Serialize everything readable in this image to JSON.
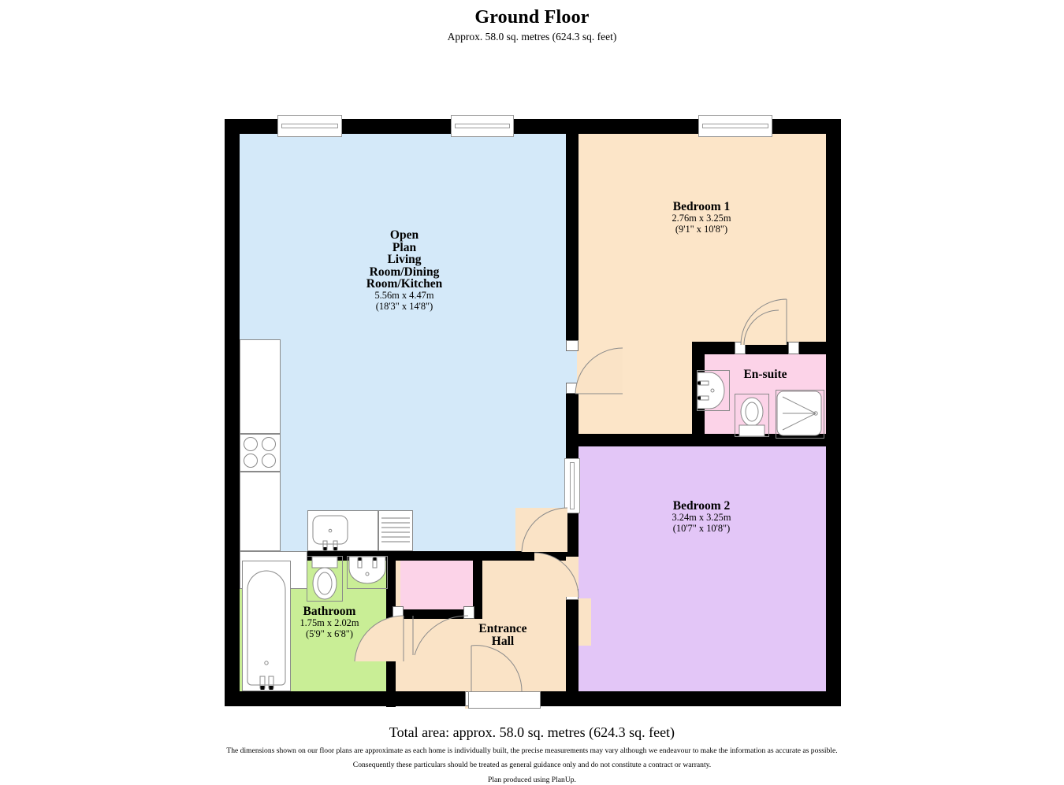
{
  "header": {
    "title": "Ground Floor",
    "subtitle": "Approx. 58.0 sq. metres (624.3 sq. feet)"
  },
  "footer": {
    "total_area": "Total area: approx. 58.0 sq. metres (624.3 sq. feet)",
    "disclaimer_line_1": "The dimensions shown on our floor plans are approximate as each home is individually built, the precise measurements may vary although we endeavour to make the information as accurate as possible.",
    "disclaimer_line_2": "Consequently these particulars should be treated as general guidance only and do not constitute a contract or warranty.",
    "disclaimer_line_3": "Plan produced using PlanUp."
  },
  "rooms": [
    {
      "id": "open-plan",
      "name_lines": [
        "Open",
        "Plan",
        "Living",
        "Room/Dining",
        "Room/Kitchen"
      ],
      "dim_metric": "5.56m x 4.47m",
      "dim_imperial": "(18'3\" x 14'8\")",
      "color": "#d4e9f9"
    },
    {
      "id": "bedroom-1",
      "name_lines": [
        "Bedroom 1"
      ],
      "dim_metric": "2.76m x 3.25m",
      "dim_imperial": "(9'1\" x 10'8\")",
      "color": "#fce5c8"
    },
    {
      "id": "bedroom-2",
      "name_lines": [
        "Bedroom 2"
      ],
      "dim_metric": "3.24m x 3.25m",
      "dim_imperial": "(10'7\" x 10'8\")",
      "color": "#e3c6f7"
    },
    {
      "id": "en-suite",
      "name_lines": [
        "En-suite"
      ],
      "dim_metric": "",
      "dim_imperial": "",
      "color": "#fcd3e8"
    },
    {
      "id": "bathroom",
      "name_lines": [
        "Bathroom"
      ],
      "dim_metric": "1.75m x 2.02m",
      "dim_imperial": "(5'9\" x 6'8\")",
      "color": "#c9ee96"
    },
    {
      "id": "entrance-hall",
      "name_lines": [
        "Entrance",
        "Hall"
      ],
      "dim_metric": "",
      "dim_imperial": "",
      "color": "#fae3c6"
    }
  ],
  "labels": {
    "open_plan_l1": "Open",
    "open_plan_l2": "Plan",
    "open_plan_l3": "Living",
    "open_plan_l4": "Room/Dining",
    "open_plan_l5": "Room/Kitchen",
    "open_plan_dim_metric": "5.56m x 4.47m",
    "open_plan_dim_imperial": "(18'3\" x 14'8\")",
    "bed1_name": "Bedroom 1",
    "bed1_dim_metric": "2.76m x 3.25m",
    "bed1_dim_imperial": "(9'1\" x 10'8\")",
    "bed2_name": "Bedroom 2",
    "bed2_dim_metric": "3.24m x 3.25m",
    "bed2_dim_imperial": "(10'7\" x 10'8\")",
    "ensuite_name": "En-suite",
    "bathroom_name": "Bathroom",
    "bathroom_dim_metric": "1.75m x 2.02m",
    "bathroom_dim_imperial": "(5'9\" x 6'8\")",
    "hall_l1": "Entrance",
    "hall_l2": "Hall"
  },
  "fixtures": [
    "bath",
    "wc-bathroom",
    "basin-bathroom",
    "wc-ensuite",
    "basin-ensuite",
    "shower-tray-ensuite",
    "kitchen-worktop",
    "hob",
    "sink",
    "drainer"
  ],
  "openings": {
    "windows": [
      "window-living-left",
      "window-living-right",
      "window-bedroom1",
      "window-bedroom2-side"
    ],
    "doors": [
      "door-entrance",
      "door-bathroom",
      "door-hall-to-living",
      "door-hall-to-bedroom2",
      "door-bedroom1",
      "door-ensuite",
      "door-cupboard"
    ]
  },
  "colors": {
    "wall": "#000000",
    "living": "#d4e9f9",
    "bedroom1": "#fce5c8",
    "bedroom2": "#e3c6f7",
    "ensuite": "#fcd3e8",
    "bathroom": "#c9ee96",
    "hall": "#fae3c6",
    "fixture_line": "#8a8a8a",
    "background": "#ffffff"
  }
}
